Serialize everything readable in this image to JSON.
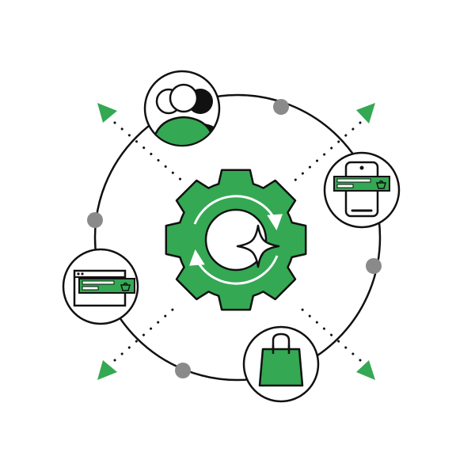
{
  "diagram": {
    "colors": {
      "accent": "#34a853",
      "stroke": "#111111",
      "node_gray": "#8a8a8a",
      "background": "#ffffff"
    },
    "center": {
      "icon": "gear-with-cycle-arrows-and-sparkle-icon"
    },
    "satellites": [
      {
        "id": "users",
        "icon": "users-group-icon"
      },
      {
        "id": "mobile",
        "icon": "mobile-shopping-icon"
      },
      {
        "id": "browser",
        "icon": "browser-shopping-icon"
      },
      {
        "id": "bag",
        "icon": "shopping-bag-icon"
      }
    ],
    "connector_dots": 4,
    "direction_arrows": [
      "top-left",
      "top-right",
      "bottom-left",
      "bottom-right"
    ]
  }
}
